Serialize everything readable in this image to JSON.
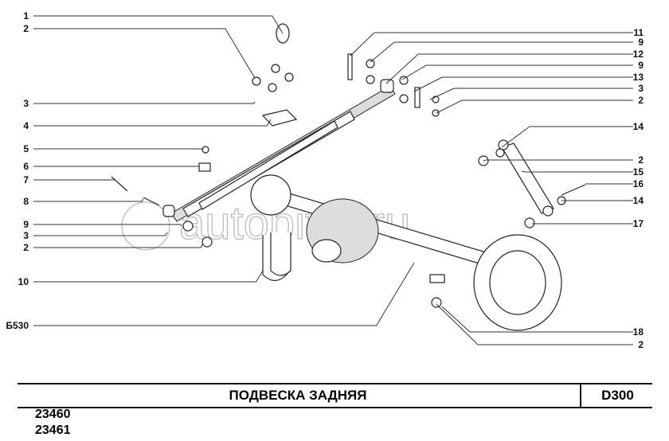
{
  "watermark": "autopiter.ru",
  "callouts_left": [
    "1",
    "2",
    "3",
    "4",
    "5",
    "6",
    "7",
    "8",
    "9",
    "3",
    "2",
    "10",
    "Б530"
  ],
  "callouts_right": [
    "11",
    "9",
    "12",
    "9",
    "13",
    "3",
    "2",
    "14",
    "2",
    "15",
    "16",
    "14",
    "17",
    "18",
    "2"
  ],
  "footer": {
    "title": "ПОДВЕСКА ЗАДНЯЯ",
    "code": "D300",
    "numbers": [
      "23460",
      "23461"
    ]
  }
}
